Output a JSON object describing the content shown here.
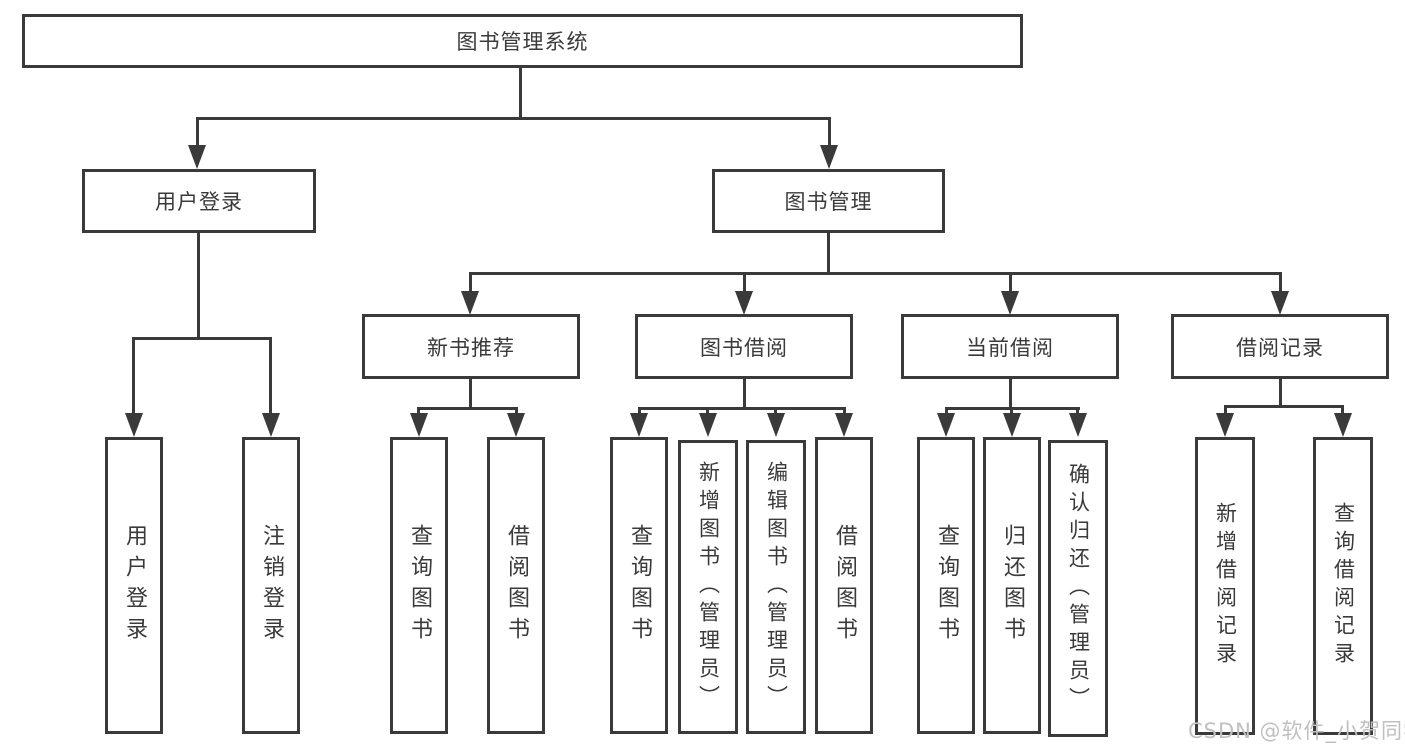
{
  "diagram": {
    "title_node": {
      "label": "图书管理系统"
    },
    "level2": [
      {
        "label": "用户登录"
      },
      {
        "label": "图书管理"
      }
    ],
    "level3": [
      {
        "label": "新书推荐",
        "parent": "图书管理"
      },
      {
        "label": "图书借阅",
        "parent": "图书管理"
      },
      {
        "label": "当前借阅",
        "parent": "图书管理"
      },
      {
        "label": "借阅记录",
        "parent": "图书管理"
      }
    ],
    "leaves": [
      {
        "label": "用户登录",
        "parent": "用户登录"
      },
      {
        "label": "注销登录",
        "parent": "用户登录"
      },
      {
        "label": "查询图书",
        "parent": "新书推荐"
      },
      {
        "label": "借阅图书",
        "parent": "新书推荐"
      },
      {
        "label": "查询图书",
        "parent": "图书借阅"
      },
      {
        "label": "新增图书（管理员）",
        "parent": "图书借阅"
      },
      {
        "label": "编辑图书（管理员）",
        "parent": "图书借阅"
      },
      {
        "label": "借阅图书",
        "parent": "图书借阅"
      },
      {
        "label": "查询图书",
        "parent": "当前借阅"
      },
      {
        "label": "归还图书",
        "parent": "当前借阅"
      },
      {
        "label": "确认归还（管理员）",
        "parent": "当前借阅"
      },
      {
        "label": "新增借阅记录",
        "parent": "借阅记录"
      },
      {
        "label": "查询借阅记录",
        "parent": "借阅记录"
      }
    ]
  },
  "watermark": {
    "text": "CSDN @软件_小贺同学"
  },
  "colors": {
    "line": "#3a3a3a",
    "text": "#3a3a3a",
    "watermark": "#c0c0c0",
    "background": "#ffffff"
  }
}
